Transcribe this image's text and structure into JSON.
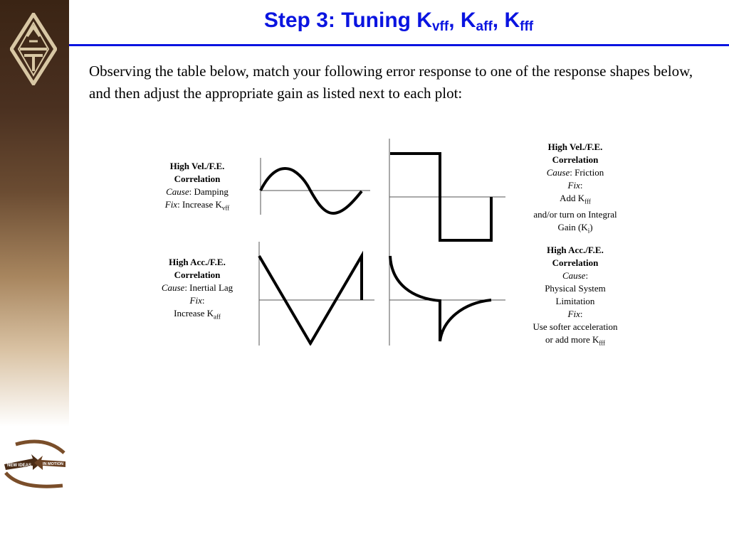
{
  "slide": {
    "title": {
      "prefix": "Step 3: Tuning K",
      "sub1": "vff",
      "sep1": ", K",
      "sub2": "aff",
      "sep2": ", K",
      "sub3": "fff"
    },
    "intro": "Observing the table below, match your following error response to one of the response shapes below, and then adjust the appropriate gain as listed next to each plot:"
  },
  "logos": {
    "top": "AT logo",
    "bottom_line1": "NEW IDEAS",
    "bottom_line2": "IN MOTION"
  },
  "captions": {
    "vel_damping": {
      "heading1": "High Vel./F.E.",
      "heading2": "Correlation",
      "cause_label": "Cause",
      "cause_value": ":  Damping",
      "fix_label": "Fix",
      "fix_value": ": Increase  K",
      "fix_sub": "vff"
    },
    "vel_friction": {
      "heading1": "High Vel./F.E.",
      "heading2": "Correlation",
      "cause_label": "Cause",
      "cause_value": ":  Friction",
      "fix_label": "Fix",
      "fix_colon": ":",
      "line1": "Add K",
      "line1_sub": "fff",
      "line2": "and/or turn on Integral",
      "line3": "Gain (K",
      "line3_sub": "i",
      "line3_end": ")"
    },
    "acc_inertial": {
      "heading1": "High Acc./F.E.",
      "heading2": "Correlation",
      "cause_label": "Cause",
      "cause_value": ":  Inertial Lag",
      "fix_label": "Fix",
      "fix_colon": ":",
      "line1": "Increase  K",
      "line1_sub": "aff"
    },
    "acc_physical": {
      "heading1": "High Acc./F.E.",
      "heading2": "Correlation",
      "cause_label": "Cause",
      "cause_colon": ":",
      "line1": "Physical System",
      "line2": "Limitation",
      "fix_label": "Fix",
      "fix_colon": ":",
      "line3": "Use softer acceleration",
      "line4": "or add more K",
      "line4_sub": "fff"
    }
  }
}
